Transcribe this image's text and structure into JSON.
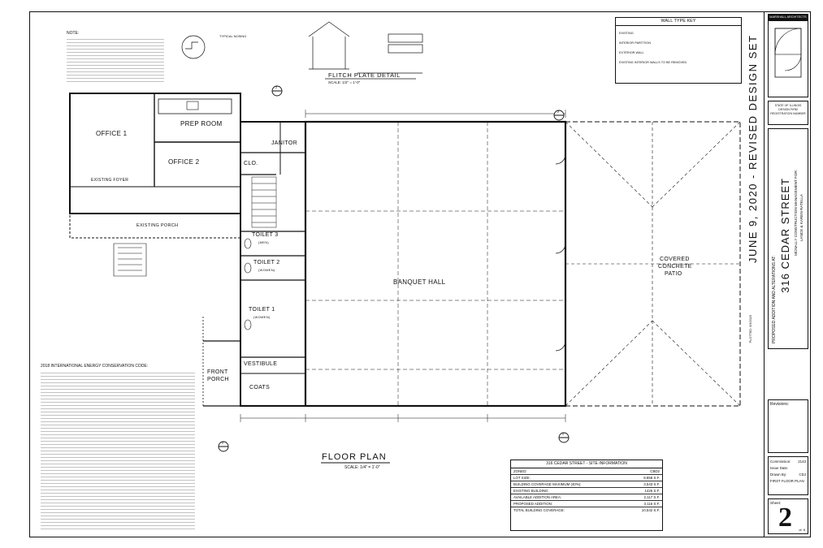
{
  "plan": {
    "title": "FLOOR PLAN",
    "scale": "SCALE: 1/4\" = 1'-0\"",
    "detail_title": "FLITCH PLATE DETAIL",
    "detail_scale": "SCALE: 1/2\" = 1'-0\"",
    "rooms": {
      "office1": "OFFICE 1",
      "office2": "OFFICE 2",
      "prep": "PREP ROOM",
      "janitor": "JANITOR",
      "clo": "CLO.",
      "foyer": "EXISTING FOYER",
      "porch": "EXISTING PORCH",
      "toilet3": "TOILET 3",
      "toilet3_sub": "(MEN)",
      "toilet2": "TOILET 2",
      "toilet2_sub": "(WOMEN)",
      "toilet1": "TOILET 1",
      "toilet1_sub": "(WOMEN)",
      "banquet": "BANQUET HALL",
      "vestibule": "VESTIBULE",
      "front_porch": "FRONT PORCH",
      "coats": "COATS",
      "patio_1": "COVERED",
      "patio_2": "CONCRETE",
      "patio_3": "PATIO"
    },
    "sections": [
      "2",
      "2",
      "2",
      "2"
    ]
  },
  "notes": {
    "head": "NOTE:",
    "typical_nosing": "TYPICAL NOSING",
    "energy_code": "2018 INTERNATIONAL ENERGY CONSERVATION CODE:"
  },
  "wall_key": {
    "title": "WALL TYPE KEY",
    "items": [
      "EXISTING",
      "INTERIOR PARTITION",
      "EXTERIOR WALL",
      "EXISTING INTERIOR WALLS TO BE REMOVED"
    ]
  },
  "site_info": {
    "title": "316 CEDAR STREET - SITE INFORMATION",
    "rows": [
      {
        "label": "ZONED:",
        "value": "CBD2"
      },
      {
        "label": "LOT SIZE:",
        "value": "8,858 S.F."
      },
      {
        "label": "BUILDING COVERAGE MAXIMUM (40%):",
        "value": "3,543 S.F."
      },
      {
        "label": "EXISTING BUILDING:",
        "value": "1426 S.F."
      },
      {
        "label": "AVAILABLE ADDITION AREA:",
        "value": "2,117 S.F."
      },
      {
        "label": "PROPOSED ADDITION:",
        "value": "3,116 S.F."
      },
      {
        "label": "TOTAL BUILDING COVERAGE:",
        "value": "10,542 S.F."
      }
    ]
  },
  "title_block": {
    "firm": "MARSHALL ARCHITECTS",
    "date_line": "JUNE 9, 2020 - REVISED DESIGN SET",
    "project_line": "PROPOSED ADDITION AND ALTERATIONS AT:",
    "street": "316 CEDAR STREET",
    "client_1": "MCNALLY CONSTRUCTION MANAGEMENT FOR:",
    "client_2": "LANCE & KAREN RATELLA",
    "state_seal": "STATE OF ILLINOIS DESIGN FIRM REGISTRATION NUMBER",
    "revisions": "Revisions:",
    "plotted": "PLOTTED: 6/9/2020",
    "commission_label": "Commission:",
    "commission_value": "2143",
    "issue_label": "Issue Date:",
    "drawn_label": "Drawn By:",
    "drawn_value": "CDJ",
    "sheet_name": "FIRST FLOOR PLAN",
    "sheet_label": "Sheet:",
    "sheet_number": "2",
    "sheet_of": "of: 8"
  }
}
